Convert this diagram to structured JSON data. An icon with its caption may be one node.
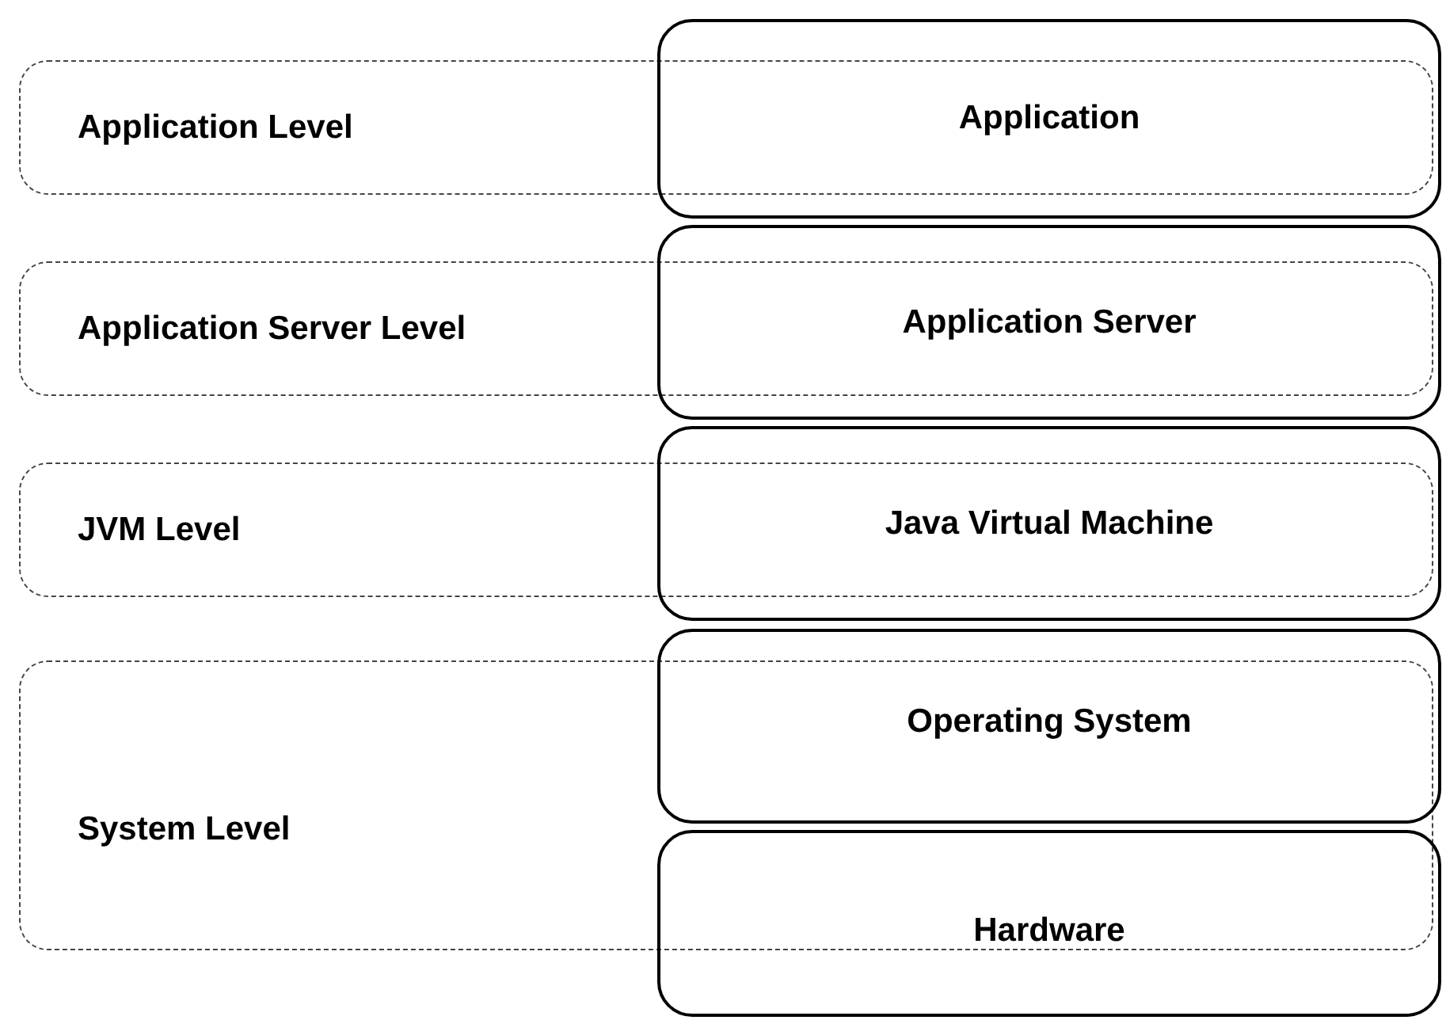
{
  "diagram": {
    "nodes": [
      {
        "text": [
          "Application Level"
        ]
      },
      {
        "text": [
          "Application"
        ]
      },
      {
        "text": [
          "Application Server Level"
        ]
      },
      {
        "text": [
          "Application Server"
        ]
      },
      {
        "text": [
          "JVM Level"
        ]
      },
      {
        "text": [
          "Java Virtual Machine"
        ]
      },
      {
        "text": [
          "System Level"
        ]
      },
      {
        "text": [
          "Operating System"
        ]
      },
      {
        "text": [
          "Hardware"
        ]
      }
    ]
  }
}
